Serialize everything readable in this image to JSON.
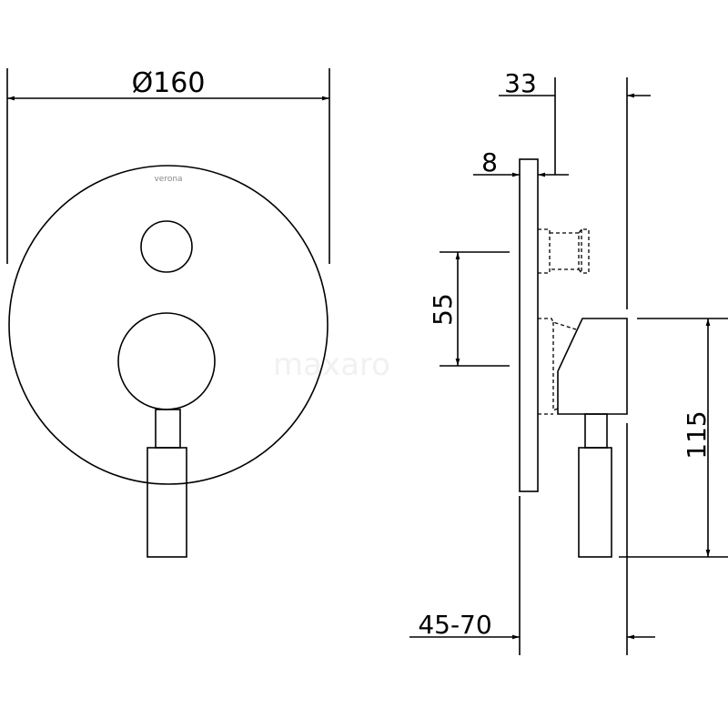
{
  "drawing": {
    "brand_logo": "verona",
    "watermark": "maxaro",
    "dimensions": {
      "diameter": "Ø160",
      "depth_total": "33",
      "plate_thickness": "8",
      "spacing": "55",
      "height": "115",
      "wall_depth": "45-70"
    }
  }
}
